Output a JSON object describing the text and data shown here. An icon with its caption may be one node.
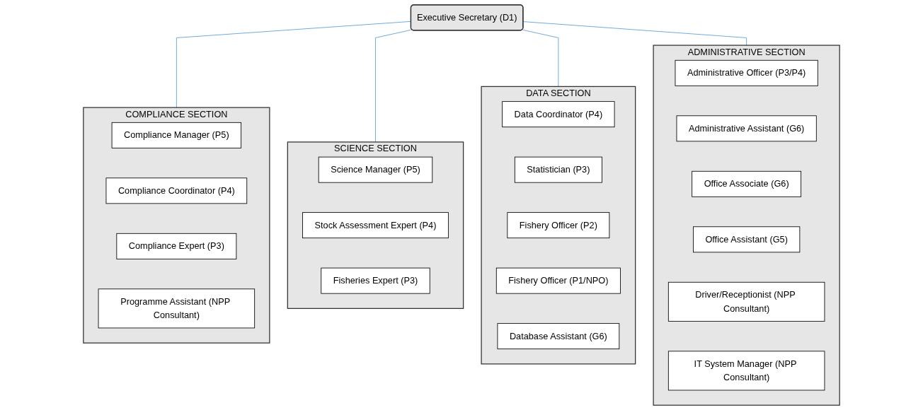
{
  "diagram": {
    "nodes": [
      {
        "text": [
          "Executive Secretary (D1)"
        ]
      },
      {
        "text": [
          "COMPLIANCE SECTION"
        ]
      },
      {
        "text": [
          "Compliance Manager (P5)"
        ],
        "in": 1
      },
      {
        "text": [
          "Compliance Coordinator (P4)"
        ],
        "in": 1
      },
      {
        "text": [
          "Compliance Expert (P3)"
        ],
        "in": 1
      },
      {
        "text": [
          "Programme Assistant (NPP Consultant)"
        ],
        "in": 1
      },
      {
        "text": [
          "SCIENCE SECTION"
        ]
      },
      {
        "text": [
          "Science Manager (P5)"
        ],
        "in": 6
      },
      {
        "text": [
          "Stock Assessment Expert (P4)"
        ],
        "in": 6
      },
      {
        "text": [
          "Fisheries Expert (P3)"
        ],
        "in": 6
      },
      {
        "text": [
          "DATA SECTION"
        ]
      },
      {
        "text": [
          "Data Coordinator (P4)"
        ],
        "in": 10
      },
      {
        "text": [
          "Statistician (P3)"
        ],
        "in": 10
      },
      {
        "text": [
          "Fishery Officer (P2)"
        ],
        "in": 10
      },
      {
        "text": [
          "Fishery Officer (P1/NPO)"
        ],
        "in": 10
      },
      {
        "text": [
          "Database Assistant (G6)"
        ],
        "in": 10
      },
      {
        "text": [
          "ADMINISTRATIVE SECTION"
        ]
      },
      {
        "text": [
          "Administrative Officer (P3/P4)"
        ],
        "in": 16
      },
      {
        "text": [
          "Administrative Assistant (G6)"
        ],
        "in": 16
      },
      {
        "text": [
          "Office Associate (G6)"
        ],
        "in": 16
      },
      {
        "text": [
          "Office Assistant (G5)"
        ],
        "in": 16
      },
      {
        "text": [
          "Driver/Receptionist (NPP Consultant)"
        ],
        "in": 16
      },
      {
        "text": [
          "IT System Manager (NPP Consultant)"
        ],
        "in": 16
      }
    ],
    "edges": [
      {
        "from": 0,
        "to": 1,
        "arrow": "none"
      },
      {
        "from": 0,
        "to": 6,
        "arrow": "none"
      },
      {
        "from": 0,
        "to": 10,
        "arrow": "none"
      },
      {
        "from": 0,
        "to": 16,
        "arrow": "none"
      }
    ]
  }
}
